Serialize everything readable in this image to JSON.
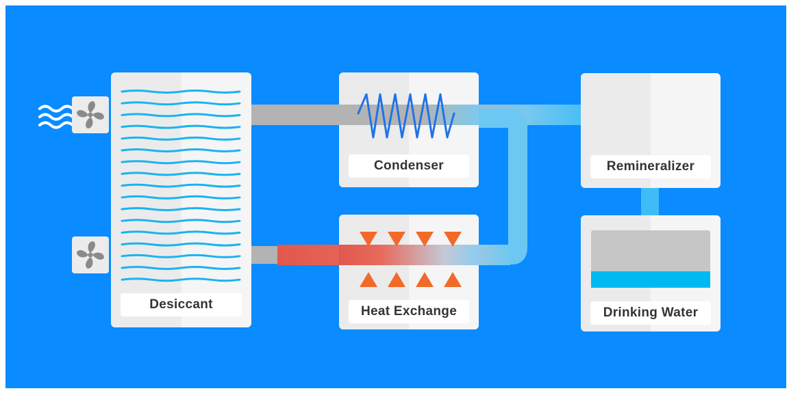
{
  "diagram": {
    "nodes": {
      "desiccant": {
        "label": "Desiccant"
      },
      "condenser": {
        "label": "Condenser"
      },
      "heat_exchange": {
        "label": "Heat Exchange"
      },
      "remineralizer": {
        "label": "Remineralizer"
      },
      "drinking_water": {
        "label": "Drinking Water"
      }
    },
    "icons": [
      "wind-icon",
      "fan-icon",
      "coil-icon",
      "arrow-down-icon",
      "arrow-up-icon"
    ],
    "colors": {
      "background": "#0a8bff",
      "pipe_gray": "#b3b3b3",
      "pipe_hot": "#e2574c",
      "pipe_cool": "#5cc4f5",
      "water": "#00b9f2",
      "coil": "#1e73e8",
      "arrow": "#f26a2a",
      "wave": "#17b4f0"
    }
  }
}
